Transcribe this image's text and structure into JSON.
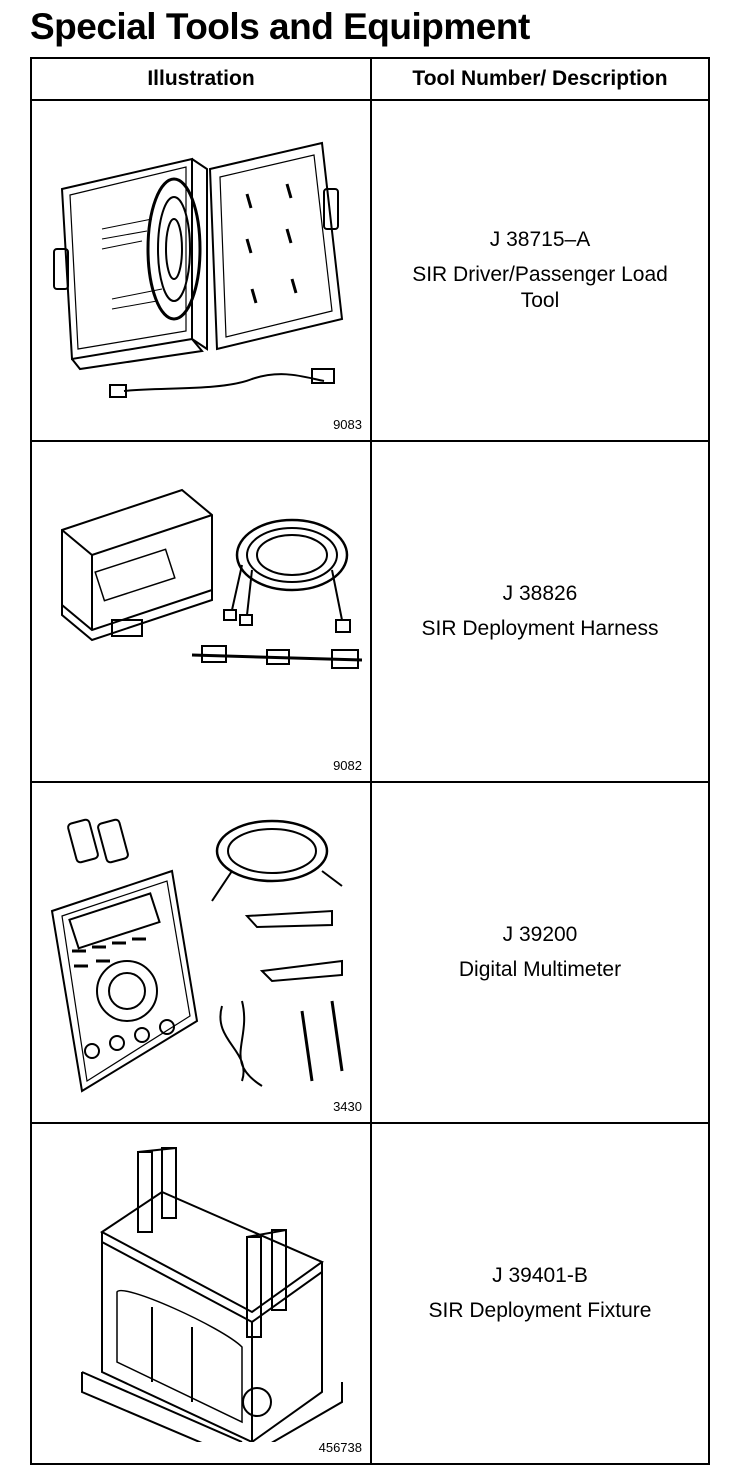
{
  "title": "Special Tools and Equipment",
  "headers": {
    "illustration": "Illustration",
    "tool": "Tool Number/ Description"
  },
  "rows": [
    {
      "figure": "9083",
      "tool_number": "J 38715–A",
      "description": "SIR Driver/Passenger Load Tool"
    },
    {
      "figure": "9082",
      "tool_number": "J 38826",
      "description": "SIR Deployment Harness"
    },
    {
      "figure": "3430",
      "tool_number": "J 39200",
      "description": "Digital Multimeter"
    },
    {
      "figure": "456738",
      "tool_number": "J 39401-B",
      "description": "SIR Deployment Fixture"
    }
  ]
}
